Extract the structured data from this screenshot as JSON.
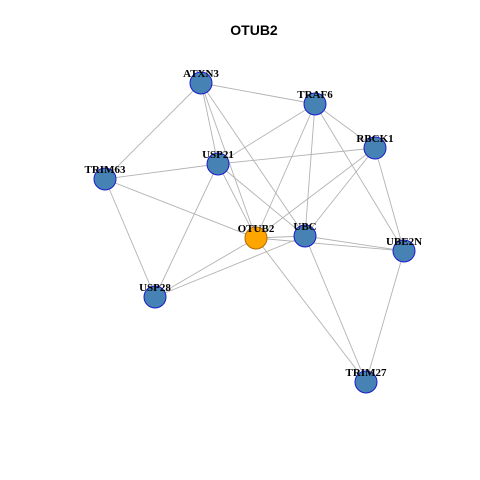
{
  "title": "OTUB2",
  "nodes": [
    {
      "id": "ATXN3",
      "label": "ATXN3",
      "color": "#4682B4",
      "stroke": "#1a1acc"
    },
    {
      "id": "TRAF6",
      "label": "TRAF6",
      "color": "#4682B4",
      "stroke": "#1a1acc"
    },
    {
      "id": "RBCK1",
      "label": "RBCK1",
      "color": "#4682B4",
      "stroke": "#1a1acc"
    },
    {
      "id": "TRIM63",
      "label": "TRIM63",
      "color": "#4682B4",
      "stroke": "#1a1acc"
    },
    {
      "id": "USP21",
      "label": "USP21",
      "color": "#4682B4",
      "stroke": "#1a1acc"
    },
    {
      "id": "OTUB2",
      "label": "OTUB2",
      "color": "#FFA500",
      "stroke": "#b36b00"
    },
    {
      "id": "UBC",
      "label": "UBC",
      "color": "#4682B4",
      "stroke": "#1a1acc"
    },
    {
      "id": "UBE2N",
      "label": "UBE2N",
      "color": "#4682B4",
      "stroke": "#1a1acc"
    },
    {
      "id": "USP28",
      "label": "USP28",
      "color": "#4682B4",
      "stroke": "#1a1acc"
    },
    {
      "id": "TRIM27",
      "label": "TRIM27",
      "color": "#4682B4",
      "stroke": "#1a1acc"
    }
  ],
  "edges": [
    [
      "ATXN3",
      "TRAF6"
    ],
    [
      "ATXN3",
      "TRIM63"
    ],
    [
      "ATXN3",
      "USP21"
    ],
    [
      "ATXN3",
      "OTUB2"
    ],
    [
      "ATXN3",
      "UBC"
    ],
    [
      "TRAF6",
      "RBCK1"
    ],
    [
      "TRAF6",
      "USP21"
    ],
    [
      "TRAF6",
      "OTUB2"
    ],
    [
      "TRAF6",
      "UBC"
    ],
    [
      "TRAF6",
      "UBE2N"
    ],
    [
      "RBCK1",
      "USP21"
    ],
    [
      "RBCK1",
      "OTUB2"
    ],
    [
      "RBCK1",
      "UBC"
    ],
    [
      "RBCK1",
      "UBE2N"
    ],
    [
      "TRIM63",
      "USP21"
    ],
    [
      "TRIM63",
      "OTUB2"
    ],
    [
      "TRIM63",
      "USP28"
    ],
    [
      "USP21",
      "OTUB2"
    ],
    [
      "USP21",
      "UBC"
    ],
    [
      "USP21",
      "USP28"
    ],
    [
      "OTUB2",
      "UBC"
    ],
    [
      "OTUB2",
      "UBE2N"
    ],
    [
      "OTUB2",
      "USP28"
    ],
    [
      "OTUB2",
      "TRIM27"
    ],
    [
      "UBC",
      "UBE2N"
    ],
    [
      "UBC",
      "USP28"
    ],
    [
      "UBC",
      "TRIM27"
    ],
    [
      "UBE2N",
      "TRIM27"
    ]
  ]
}
